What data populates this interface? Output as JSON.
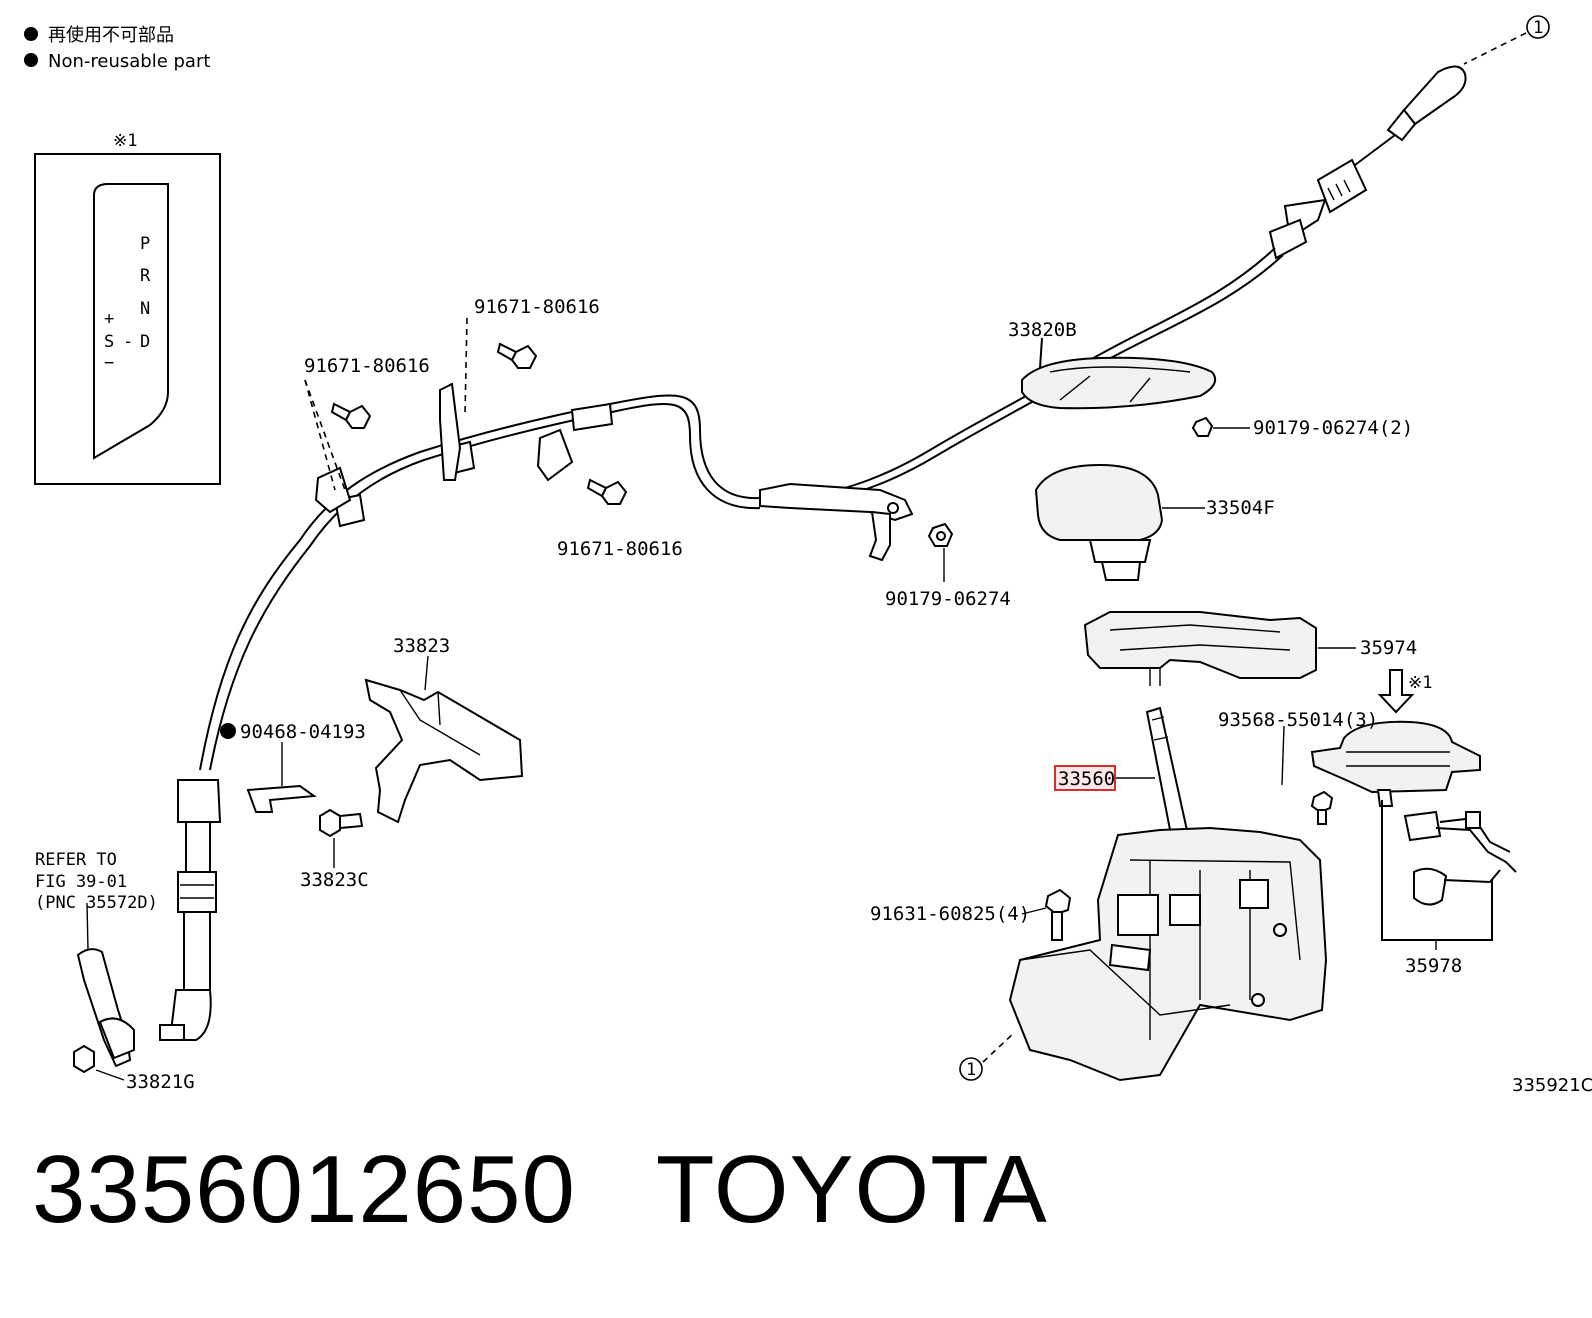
{
  "legend": {
    "jp": "再使用不可部品",
    "en": "Non-reusable part"
  },
  "inset": {
    "marker": "※1",
    "right_letters": [
      "P",
      "R",
      "N",
      "D"
    ],
    "left_letters": [
      "+",
      "S",
      "-",
      "−"
    ]
  },
  "callout_markers": {
    "circle_1": "1",
    "arrow_ref": "※1"
  },
  "labels": {
    "bolt_top": "91671-80616",
    "bolt_left": "91671-80616",
    "bolt_mid": "91671-80616",
    "nut_mid": "90179-06274",
    "cable": "33820B",
    "nut_right": "90179-06274(2)",
    "knob": "33504F",
    "panel": "35974",
    "bracket": "33823",
    "clip": "90468-04193",
    "bolt_bracket": "33823C",
    "refer_line1": "REFER TO",
    "refer_line2": "FIG 39-01",
    "refer_line3": "(PNC 35572D)",
    "nut_bottom": "33821G",
    "screw_indicator": "93568-55014(3)",
    "lever": "33560",
    "bolt_base": "91631-60825(4)",
    "indicator": "35978",
    "figure_code": "335921C"
  },
  "footer": {
    "part_number": "3356012650",
    "brand": "TOYOTA"
  },
  "colors": {
    "highlight": "#d32f2f",
    "highlight_fill": "#fde7e7"
  }
}
